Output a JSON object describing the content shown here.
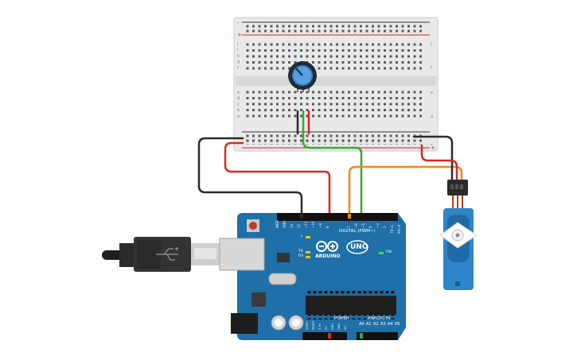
{
  "arduino": {
    "brand": "ARDUINO",
    "model": "UNO",
    "digital_header": "DIGITAL (PWM~)",
    "analog_header": "ANALOG IN",
    "power_header": "POWER",
    "on_label": "ON",
    "l_label": "L",
    "tx_label": "TX",
    "rx_label": "RX",
    "digital_pins": [
      "AREF",
      "GND",
      "13",
      "12",
      "~11",
      "~10",
      "~9",
      "8",
      "7",
      "~6",
      "~5",
      "4",
      "~3",
      "2",
      "TX→1",
      "RX←0"
    ],
    "power_pins": [
      "IOREF",
      "RESET",
      "3.3V",
      "5V",
      "GND",
      "GND",
      "Vin"
    ],
    "analog_pins": [
      "A0",
      "A1",
      "A2",
      "A3",
      "A4",
      "A5"
    ]
  },
  "breadboard": {
    "row_letters_top": [
      "j",
      "i",
      "h",
      "g",
      "f"
    ],
    "row_letters_bottom": [
      "e",
      "d",
      "c",
      "b",
      "a"
    ],
    "rail_plus": "+",
    "rail_minus": "-"
  },
  "colors": {
    "board_blue": "#1f6fa8",
    "wire_red": "#d42a22",
    "wire_black": "#2b2b2b",
    "wire_green": "#3aa635",
    "wire_orange": "#e8891d",
    "servo_blue": "#2d86c9"
  },
  "icons": [
    "usb-plug-icon",
    "arduino-infinity-logo-icon",
    "potentiometer-icon",
    "servo-motor-icon"
  ]
}
